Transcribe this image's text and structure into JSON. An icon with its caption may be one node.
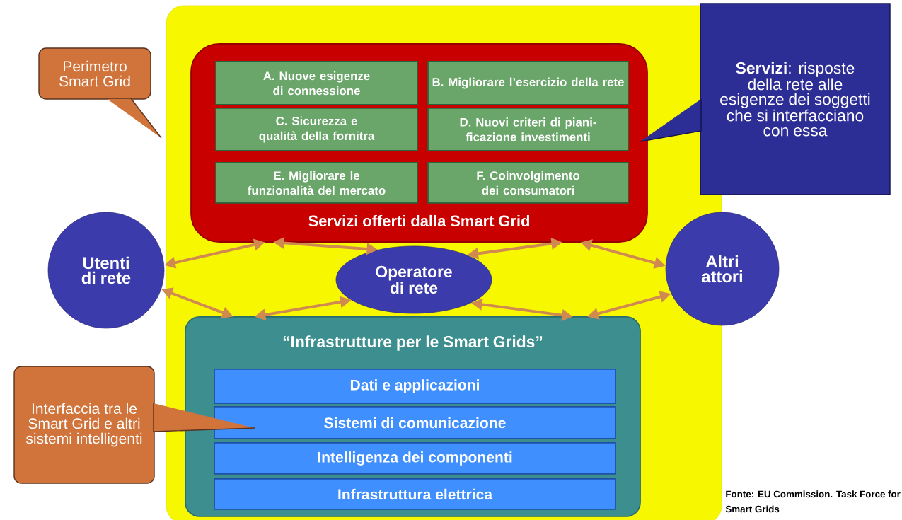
{
  "diagram": {
    "nodes": [
      {
        "text": [],
        "shape": "box"
      },
      {
        "text": [
          "Servizi offerti dalla Smart  Grid"
        ],
        "in": 0
      },
      {
        "text": [
          "A. Nuove esigenze di connessione"
        ],
        "in": 1
      },
      {
        "text": [
          "B. Migliorare l’esercizio della rete"
        ],
        "in": 1
      },
      {
        "text": [
          "C. Sicurezza e qualità della fornitra"
        ],
        "in": 1
      },
      {
        "text": [
          "D. Nuovi criteri  di piani-ficazione  investimenti"
        ],
        "in": 1
      },
      {
        "text": [
          "E. Migliorare le funzionalità del mercato"
        ],
        "in": 1
      },
      {
        "text": [
          "F. Coinvolgimento dei consumatori"
        ],
        "in": 1
      },
      {
        "text": [
          "Utenti di rete"
        ]
      },
      {
        "text": [
          "Operatore di rete"
        ],
        "in": 0
      },
      {
        "text": [
          "Altri attori"
        ]
      },
      {
        "text": [
          "“Infrastrutture per le Smart Grids”"
        ],
        "in": 0
      },
      {
        "text": [
          "Dati e applicazioni"
        ],
        "in": 11
      },
      {
        "text": [
          "Sistemi di comunicazione"
        ],
        "in": 11
      },
      {
        "text": [
          "Intelligenza dei componenti"
        ],
        "in": 11
      },
      {
        "text": [
          "Infrastruttura elettrica"
        ],
        "in": 11
      },
      {
        "text": [
          "Perimetro Smart Grid"
        ]
      },
      {
        "text": [
          "**Servizi**: risposte della rete alle esigenze dei soggetti che si interfacciano con essa"
        ]
      },
      {
        "text": [
          "Interfaccia tra le Smart Grid e altri sistemi intelligenti"
        ]
      }
    ],
    "edges": [
      {
        "from": 8,
        "to": 1,
        "arrow": "both"
      },
      {
        "from": 1,
        "to": 9,
        "arrow": "both"
      },
      {
        "from": 1,
        "to": 9,
        "arrow": "both"
      },
      {
        "from": 1,
        "to": 10,
        "arrow": "both"
      },
      {
        "from": 8,
        "to": 11,
        "arrow": "both"
      },
      {
        "from": 11,
        "to": 9,
        "arrow": "both"
      },
      {
        "from": 9,
        "to": 11,
        "arrow": "both"
      },
      {
        "from": 10,
        "to": 11,
        "arrow": "both"
      }
    ],
    "labels": [
      "Fonte: EU Commission. Task Force for Smart Grids"
    ]
  }
}
